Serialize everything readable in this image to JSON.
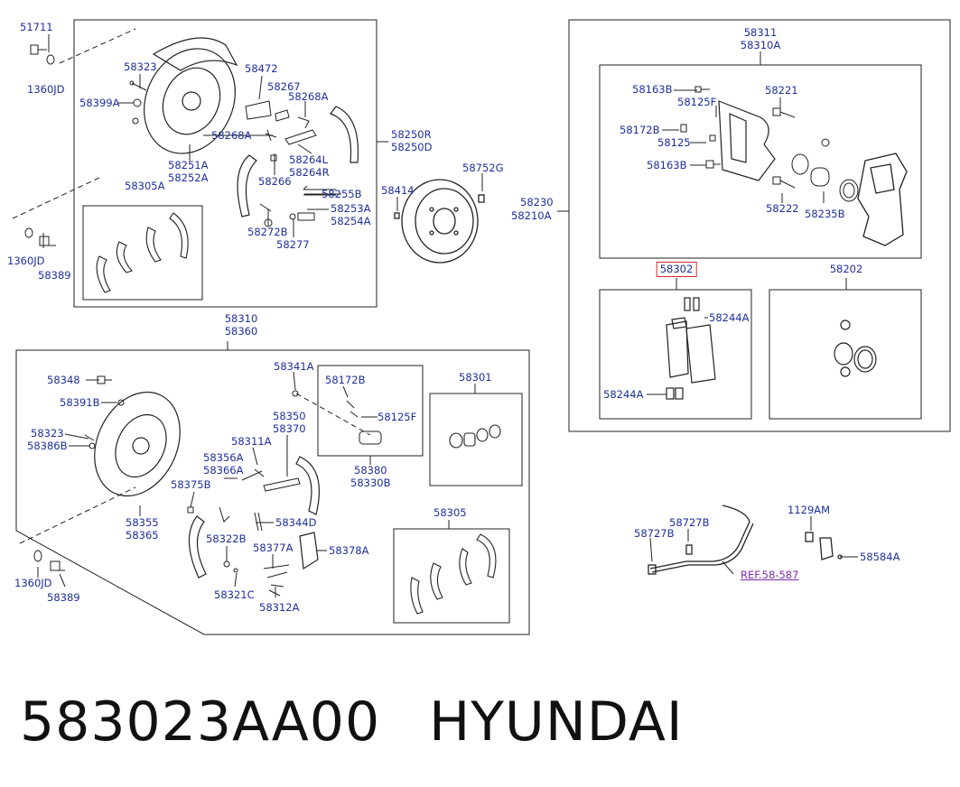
{
  "footer": {
    "part_number": "583023AA00",
    "brand": "HYUNDAI"
  },
  "labels": {
    "l51711": "51711",
    "l1360JD_a": "1360JD",
    "l58323_a": "58323",
    "l58399A": "58399A",
    "l58472": "58472",
    "l58267": "58267",
    "l58268A_a": "58268A",
    "l58268A_b": "58268A",
    "l58264L": "58264L",
    "l58264R": "58264R",
    "l58251A": "58251A",
    "l58252A": "58252A",
    "l58266": "58266",
    "l58305A": "58305A",
    "l58255B": "58255B",
    "l58253A": "58253A",
    "l58254A": "58254A",
    "l58272B": "58272B",
    "l58277": "58277",
    "l1360JD_b": "1360JD",
    "l58389_a": "58389",
    "l58250R": "58250R",
    "l58250D": "58250D",
    "l58414": "58414",
    "l58752G": "58752G",
    "l58311": "58311",
    "l58310A": "58310A",
    "l58163B_a": "58163B",
    "l58125F_a": "58125F",
    "l58221": "58221",
    "l58172B_a": "58172B",
    "l58125": "58125",
    "l58163B_b": "58163B",
    "l58222": "58222",
    "l58235B": "58235B",
    "l58230": "58230",
    "l58210A": "58210A",
    "l58302": "58302",
    "l58202": "58202",
    "l58244A_a": "58244A",
    "l58244A_b": "58244A",
    "l58310": "58310",
    "l58360": "58360",
    "l58348": "58348",
    "l58391B": "58391B",
    "l58323_b": "58323",
    "l58386B": "58386B",
    "l58341A": "58341A",
    "l58172B_b": "58172B",
    "l58125F_b": "58125F",
    "l58301": "58301",
    "l58350": "58350",
    "l58370": "58370",
    "l58311A": "58311A",
    "l58356A": "58356A",
    "l58366A": "58366A",
    "l58375B": "58375B",
    "l58380": "58380",
    "l58330B": "58330B",
    "l58355": "58355",
    "l58365": "58365",
    "l58344D": "58344D",
    "l58322B": "58322B",
    "l58377A": "58377A",
    "l58378A": "58378A",
    "l58321C": "58321C",
    "l58312A": "58312A",
    "l58305": "58305",
    "l1360JD_c": "1360JD",
    "l58389_b": "58389",
    "l1129AM": "1129AM",
    "l58727B_a": "58727B",
    "l58727B_b": "58727B",
    "l58584A": "58584A",
    "lREF": "REF.58-587"
  },
  "colors": {
    "label": "#1f2f9a",
    "highlight": "#d42b2b",
    "reference": "#7b2aa8",
    "line": "#222222"
  }
}
